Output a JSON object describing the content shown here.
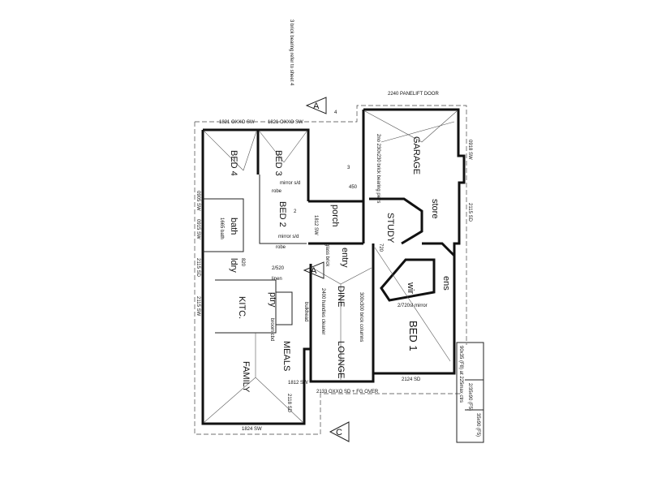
{
  "rooms": {
    "bed4": "BED 4",
    "bed3": "BED 3",
    "bed2": "BED 2",
    "bath": "bath",
    "ldry": "ldry",
    "kitc": "KITC.",
    "ptry": "ptry",
    "meals": "MEALS",
    "family": "FAMILY",
    "dine": "DINE",
    "lounge": "LOUNGE",
    "porch": "porch",
    "entry": "entry",
    "study": "STUDY",
    "garage": "GARAGE",
    "store": "store",
    "bed1": "BED 1",
    "wir": "wir",
    "ens": "ens"
  },
  "notes": {
    "robe": "robe",
    "mirror_sd": "mirror s/d",
    "mirror_720": "2/720sl mirror",
    "linen": "linen",
    "bath_size": "1665 bath",
    "broom": "broom cbd",
    "columns": "300x300 brick columns",
    "handles": "2400 handles cleaner",
    "glass": "glass brick",
    "bulkhead": "bulkhead",
    "step": "2/520",
    "bearing": "3 brick bearing refer to sheet 4",
    "garage_note": "2no 230x230 brick bearing piers"
  },
  "dimensions": {
    "bed4_window": "1821 OXXO SW",
    "bed3_window": "1821 OXXO SW",
    "garage_door": "2240 PANELIFT DOOR",
    "garage_side": "0918 SW",
    "store_side": "2115 SD",
    "left_1": "0905 SW",
    "left_2": "0915 SW",
    "left_3": "2115 SD",
    "left_4": "2115 SW",
    "porch_w": "1812 SW",
    "meals_w": "1812 SW",
    "family_bottom": "1824 SW",
    "family_side": "2118 SD",
    "lounge_door": "2133 OXXO SD + FG OVER",
    "bed1_door": "2124 SD",
    "d450": "450",
    "d720": "720",
    "d820": "820"
  },
  "sections": {
    "a_top": "A",
    "a_mid": "A",
    "c_bottom": "C",
    "n4": "4",
    "n3": "3",
    "n2": "2"
  },
  "stamp": {
    "line1": "90x35 (F8) at 225max ctrs",
    "line2": "2/35x90 (F5)",
    "line3": "35x90 (F5)"
  }
}
